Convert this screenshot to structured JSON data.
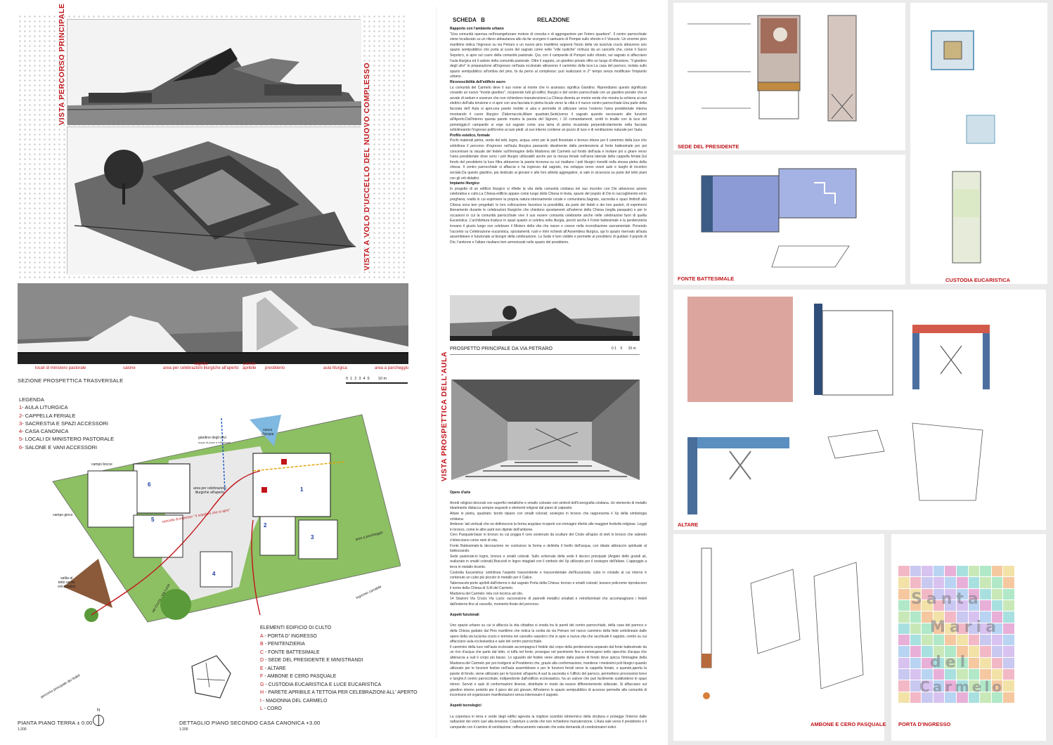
{
  "panel_left": {
    "vista_percorso": "VISTA PERCORSO PRINCIPALE",
    "vista_volo": "VISTA A VOLO D'UCCELLO DEL NUOVO COMPLESSO",
    "section_labels": [
      "locali di ministero pastorale",
      "salone",
      "sagrato\narea per celebrazioni liturgiche all'aperto",
      "parete\napribile",
      "presbiterio",
      "aula liturgica",
      "area a parcheggio"
    ],
    "section_title": "SEZIONE PROSPETTICA TRASVERSALE",
    "section_scale": "0  1  2  3  4  5        10 m",
    "legend_title": "LEGENDA",
    "legend": [
      {
        "num": "1",
        "text": "- AULA LITURGICA"
      },
      {
        "num": "2",
        "text": "- CAPPELLA FERIALE"
      },
      {
        "num": "3",
        "text": "- SACRESTIA E SPAZI ACCESSORI"
      },
      {
        "num": "4",
        "text": "- CASA CANONICA"
      },
      {
        "num": "5",
        "text": "- LOCALI DI MINISTERO PASTORALE"
      },
      {
        "num": "6",
        "text": "- SALONE E VANI ACCESSORI"
      }
    ],
    "plan_labels": {
      "giardino": "giardino degli ulivi",
      "giardino_sub": "luogo di pace e riflessione",
      "vasca": "vasca\nd'acqua",
      "campo_bocce": "campo bocce",
      "campo_gioco": "campo gioco",
      "area_cel": "area per celebrazioni\nliturgiche all'aperto",
      "cancello": "cancello di ingresso \" il sepolcro che si apre\"",
      "parcheggio": "area a parcheggio",
      "salita": "salita al\ntetto verde\norti didattici",
      "via_crucis": "via Crucis - Via Lucis",
      "ingresso_carrabile": "ingresso carrabile",
      "percorso": "percorso principale dei fedeli"
    },
    "elements_title": "ELEMENTI EDIFICIO DI CULTO",
    "elements": [
      {
        "k": "A",
        "text": "- PORTA D' INGRESSO"
      },
      {
        "k": "B",
        "text": "- PENITENZIERIA"
      },
      {
        "k": "C",
        "text": "- FONTE BATTESIMALE"
      },
      {
        "k": "D",
        "text": "- SEDE DEL PRESIDENTE E MINISTRANDI"
      },
      {
        "k": "E",
        "text": "- ALTARE"
      },
      {
        "k": "F",
        "text": "- AMBONE E CERO PASQUALE"
      },
      {
        "k": "G",
        "text": "- CUSTODIA EUCARISTICA E LUCE EUCARISTICA"
      },
      {
        "k": "H",
        "text": "- PARETE APRIBILE A TETTOIA PER CELEBRAZIONI ALL' APERTO"
      },
      {
        "k": "I",
        "text": "- MADONNA DEL CARMELO"
      },
      {
        "k": "L",
        "text": "- CORO"
      }
    ],
    "north": "N",
    "pianta_title": "PIANTA PIANO TERRA ± 0.00",
    "pianta_scale": "1:200",
    "dettaglio_title": "DETTAGLIO PIANO SECONDO CASA CANONICA +3.00",
    "dettaglio_scale": "1:200"
  },
  "panel_mid": {
    "scheda": "SCHEDA   B",
    "relazione": "RELAZIONE",
    "paragraphs": [
      {
        "h": "Rapporto con l'ambiente urbano",
        "t": "\"Una comunità operosa nell'evangelizzare motore di crescita e di aggregazione per l'intero quartiere\". Il centro parrocchiale viene localizzato su un rilievo abbastanza alto da far scorgere il santuario di Pompei sullo sfondo e il Vesuvio. Un enorme pino marittimo indica l'ingresso su via Petraro e un nuovo pino marittimo segnerà l'inizio della via lucis/via crucis attraverso uno spazio semipubblico che porta al cuore del sagrato come nelle \"ville rustiche\" richiuso da un cancello che, come il Sacro Sepolcro, si apre sul cuore della comunità pastorale. Qui, con il campanile di Pompei sullo sfondo, sul sagrato si affacciano l'aula liturgica ed il salone della comunità pastorale. Oltre il sagrato, un giardino privato offre un luogo di riflessione, \"il giardino degli ulivi\" in preparazione all'ingresso nell'aula ecclesiale attraverso il cammino della luce.La casa del parroco, isolata sullo spazio semipubblico all'ombra del pino, fa da perno al complesso: può realizzarsi in 2° tempo senza modificare l'impianto urbano."
      },
      {
        "h": "Riconoscibilità dell'edificio sacro",
        "t": "La comunità del Carmelo deve il suo nome al monte che in aramaico significa Giardino. Riprendiamo questo significato creando un nuovo \"monte giardino\", ricoprendo tutti gli edifici, liturgici e del centro parrocchiale con un giardino pensile che si avvale di sedum e essenze che non richiedono manutenzione.La Chiesa diventa un monte verde che mostra la schiena ai cavi elettrici dell'alta tensione e si apre con una facciata in pietra locale verso la città e il nuovo centro parrocchiale.Una parte della facciata dell' Aula si apre:una parete mobile si alza e permette di utilizzare verso l'esterno l'area presbiteriale interna mostrando il cuore liturgico (Tabernacolo,Altare quadrato,Sede)verso il sagrato quando necessario alle funzioni all'Aperto.Dall'interno questa parete mostra la parola del Signore, i 10 comandamenti, scritti in braille con la luce del pomeriggio.Il campanile si erge sul sagrato come una lama di pietra incastrata perpendicolarmente nella facciata sottolineando l'ingresso polifcromo ai suoi piedi: al suo interno contiene un pozzo di luce e di ventilazione naturale per l'aula."
      },
      {
        "h": "Profilo estetico, formale",
        "t": "Pochi materiali pietra, verde del tetti, legno, acqua, vetro per le parti finestrate e bronzo ottone per il cammino della luce che sottolinea il percorso d'ingresso nell'aula liturgica passando idealmente dalla penitenzieria al fonte battesimale per poi concentrare la visuale del fedele sull'immagine della Madonna del Carmelo sul fondo dell'aula e invitare poi a girare verso l'area presbiteriale dove sono i poli liturgici utilizzabili anche per la messa feriale nell'area laterale della cappella feriale.Sul fondo del presbiterio la luce filtra attraverso la parete bronzea su cui risaltano i poli liturgici rivestiti nella stessa pietra della chiesa. Il centro parrocchiale si affaccia e ha ingresso dal sagrato, ma sviluppa verso ovest aule e luoghi di incontro sociale.Da questo giardino, più dedicato ai giovani e alle loro attività aggregative, si sale in sicurezza su parte del tetto piani con gli orti didattici."
      },
      {
        "h": "Impianto liturgico",
        "t": "In progetto di un edificio liturgico si riflette la vita della comunità cristiana nel suo incontro con Dio attraverso azione celebrativa e culto.La Chiesa-edificio appare come luogo della Chiesa in festa, spazio del popolo di Dio in raccoglimento ed in preghiera, realtà in cui esprimere la propria natura intensamente corale e comunitaria.Sagrato, sacrestia e spazi limitrofi alla Chiesa sono ben progettati: le loro collocazione favorisce la possibilità, da parte dei fedeli e dei loro pastori, di esprimersi liberamente durante le celebrazioni liturgiche che chiedono spostamenti all'esterno della Chiesa (veglia pasquale) e per le occasioni in cui la comunità parrocchiale vive il suo essere comunità celebrante anche nelle celebrazioni fuori di quella Eucaristica. L'architettura traduce in spazi quanto si celebra nella liturgia, perciò anche il Fonte battesimale e la penitenzieria trovano il giusto luogo ove celebrare il Mistero della vita che nasce e cresce nella riconciliazione sacramentale. Ponendo l'accento su Celebrazione eucaristica, spostamenti, ruoli e ritmi richiesti all'Assemblea liturgica, qui lo spazio riservato all'aula assembleare è funzionale ai bisogni della celebrazione. La Sede è ben visibile e permette al presbitero di guidare il popolo di Dio; l'ambone e l'altare risultano ben armonizzati nello spazio del presbiterio."
      }
    ],
    "prospetto_title": "PROSPETTO PRINCIPALE DA VIA PETRARO",
    "prospetto_scale": "0 1    5      10 m",
    "vista_aula": "VISTA PROSPETTICA DELL'AULA",
    "paragraphs2": [
      {
        "h": "Opere d'arte",
        "t": "Arredi religiosi decorati con superfici metalliche e smalto colorato con simboli dell'iconografia cristiana. Un elemento di metallo idealmente distacca sempre seguenti e elementi religiosi dal piano di calpestio.\nAltare in pietra, quadrato: bordo ripiano con smalti colorati; sostegno in bronzo che rappresenta il Xp della simbologia cristiana.\nAmbone: lati verticali che ne definiscono la forma angolare ricoperti con immagini riferite alle maggiori festività religiose. Leggii in bronzo, come le altre parti non dipinte dell'ambone.\nCero Pasquale:base in bronzo su cui poggia il cero sostenuto da sculture del Cristo all'apice di steli in bronzo che salendo s'intrecciano come rami di vita.\nFonte Battesimale:la decorazione ne costruisce la forma e delimita il livello dell'acqua, con ideale abbraccio spirituale al battezzando.\nSede pastorale:in legno, bronzo e smalti colorati. Sullo schienale della sede il decoro principale (Angelo delle grandi ali, realizzato in smalti colorati).Braccioli in legno intagliati con il simbolo del Xp utilizzato per il sostegno dell'altare. L'appoggio a terra in metallo brunito.\nCustodia Eucaristica: sottolinea l'aspetto trascendente e trascendentale dell'Eucaristia: cubo in cristallo al cui interno è contenuto un cubo più piccolo in metallo per il Calice.\nTabernacolo:porte apribili dall'interno e dal sagrato Porta della Chiesa: bronzo e smalti colorati; tessere policrome riproducono il nome della Chiesa di S.M.del Carmelo.\nMadonna del Carmelo: tela con tecnica ad olio.\n14 Stazioni Via Crucis Via Lucis: successione di pannelli metallici smaltati e retroilluminati che accompagnano i fedeli dall'esterno fino al cancello, momento finale del percorso."
      },
      {
        "h": "Aspetti funzionali",
        "t": "Uno spazio urbano su cui si affaccia la vita cittadina si snoda tra le pareti del centro parrocchiale, della casa del parroco e della Chiesa guidato dal Pino marittimo che indica la svolta da via Petraro nel nuovo cammino della fede sottolineato dalle opere della via lucis/via crucis e termina nel cancello–sepolcro che si apre a nuova vita che racchiude il sagrato, centro su cui affacciano aula ecclesiastica e aule del centro parrocchiale.\nIl cammino della luce nell'aula ecclesiale accompagna il fedele dal corpo della penitenzieria separato dal fonte battesimale da un rivo d'acqua che parte dal tetto, si tuffa nel fonte, prosegue nel pavimento fino a immergersi nello specchio d'acqua che abbraccia a sud il corpo più basso. Lo sguardo del fedele viene attratto dalla parete di fondo dove spicca l'immagine della Madonna del Carmelo per poi rivolgersi al Presbiterio che, grazie alla conformazione, mantiene i medesimi poli liturgici quando utilizzato per le funzioni festive nell'aula assembleare e per le funzioni feriali verso la cappella feriale, o quando,aperta la parete di fondo, viene utilizzato per le funzioni all'aperto.A sud la sacrestia e l'ufficio del parroco, permettono processioni brevi e lunghe.Il centro parrocchiale, indipendente dall'edificio ecclesiastico, ha un salone che può facilmente suddividersi in spazi minori. Servizi e aule di conformazioni diverse, distribuite in modo da essere differentemente utilizzate. Si affacciano sul giardino interno protetto per il gioco dei più giovani. All'esterno lo spazio semipubblico di accesso permette alla comunità di incontrarsi ed organizzare manifestazioni senza interessare il sagrato."
      },
      {
        "h": "Aspetti tecnologici",
        "t": "La copertura in terra e verde degli edifici agevola la migliore scambio idrotermico della struttura e protegge l'interno dalle radiazioni dei vicini cavi alta tensione. Coperture a verde che non richiedono manutenzione. L'Aula sale verso il presbiterio e il campanile con il camino di ventilazione: raffrescamento naturale che evita domanda di condizionatori estivi."
      }
    ]
  },
  "panel_right": {
    "sede": "SEDE DEL PRESIDENTE",
    "fonte": "FONTE BATTESIMALE",
    "custodia": "CUSTODIA EUCARISTICA",
    "altare": "ALTARE",
    "ambone": "AMBONE E CERO PASQUALE",
    "porta": "PORTA D'INGRESSO",
    "porta_letters": [
      "Santa",
      "Maria",
      "del",
      "Carmelo"
    ]
  },
  "colors": {
    "accent_red": "#c0141a",
    "lawn": "#8dbf63",
    "water": "#7fb8e0",
    "paper": "#ffffff"
  }
}
